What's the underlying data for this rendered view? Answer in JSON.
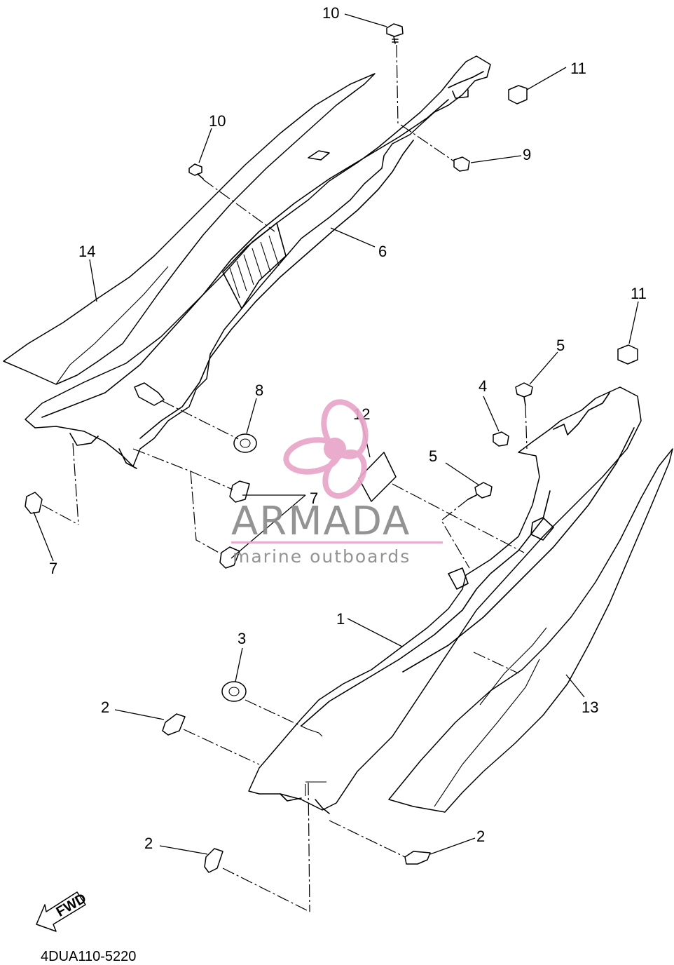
{
  "callouts": [
    {
      "id": "c10a",
      "text": "10"
    },
    {
      "id": "c11a",
      "text": "11"
    },
    {
      "id": "c10b",
      "text": "10"
    },
    {
      "id": "c9",
      "text": "9"
    },
    {
      "id": "c14",
      "text": "14"
    },
    {
      "id": "c6",
      "text": "6"
    },
    {
      "id": "c11b",
      "text": "11"
    },
    {
      "id": "c8",
      "text": "8"
    },
    {
      "id": "c12",
      "text": "12"
    },
    {
      "id": "c4",
      "text": "4"
    },
    {
      "id": "c5a",
      "text": "5"
    },
    {
      "id": "c5b",
      "text": "5"
    },
    {
      "id": "c7a",
      "text": "7"
    },
    {
      "id": "c7b",
      "text": "7"
    },
    {
      "id": "c1",
      "text": "1"
    },
    {
      "id": "c3",
      "text": "3"
    },
    {
      "id": "c13",
      "text": "13"
    },
    {
      "id": "c2a",
      "text": "2"
    },
    {
      "id": "c2b",
      "text": "2"
    },
    {
      "id": "c2c",
      "text": "2"
    }
  ],
  "fwd_label": "FWD",
  "diagram_code": "4DUA110-5220",
  "watermark": {
    "brand": "ARMADA",
    "tagline": "marine outboards",
    "brand_color": "#8a8a8a",
    "accent_color": "#e8a6c8"
  }
}
